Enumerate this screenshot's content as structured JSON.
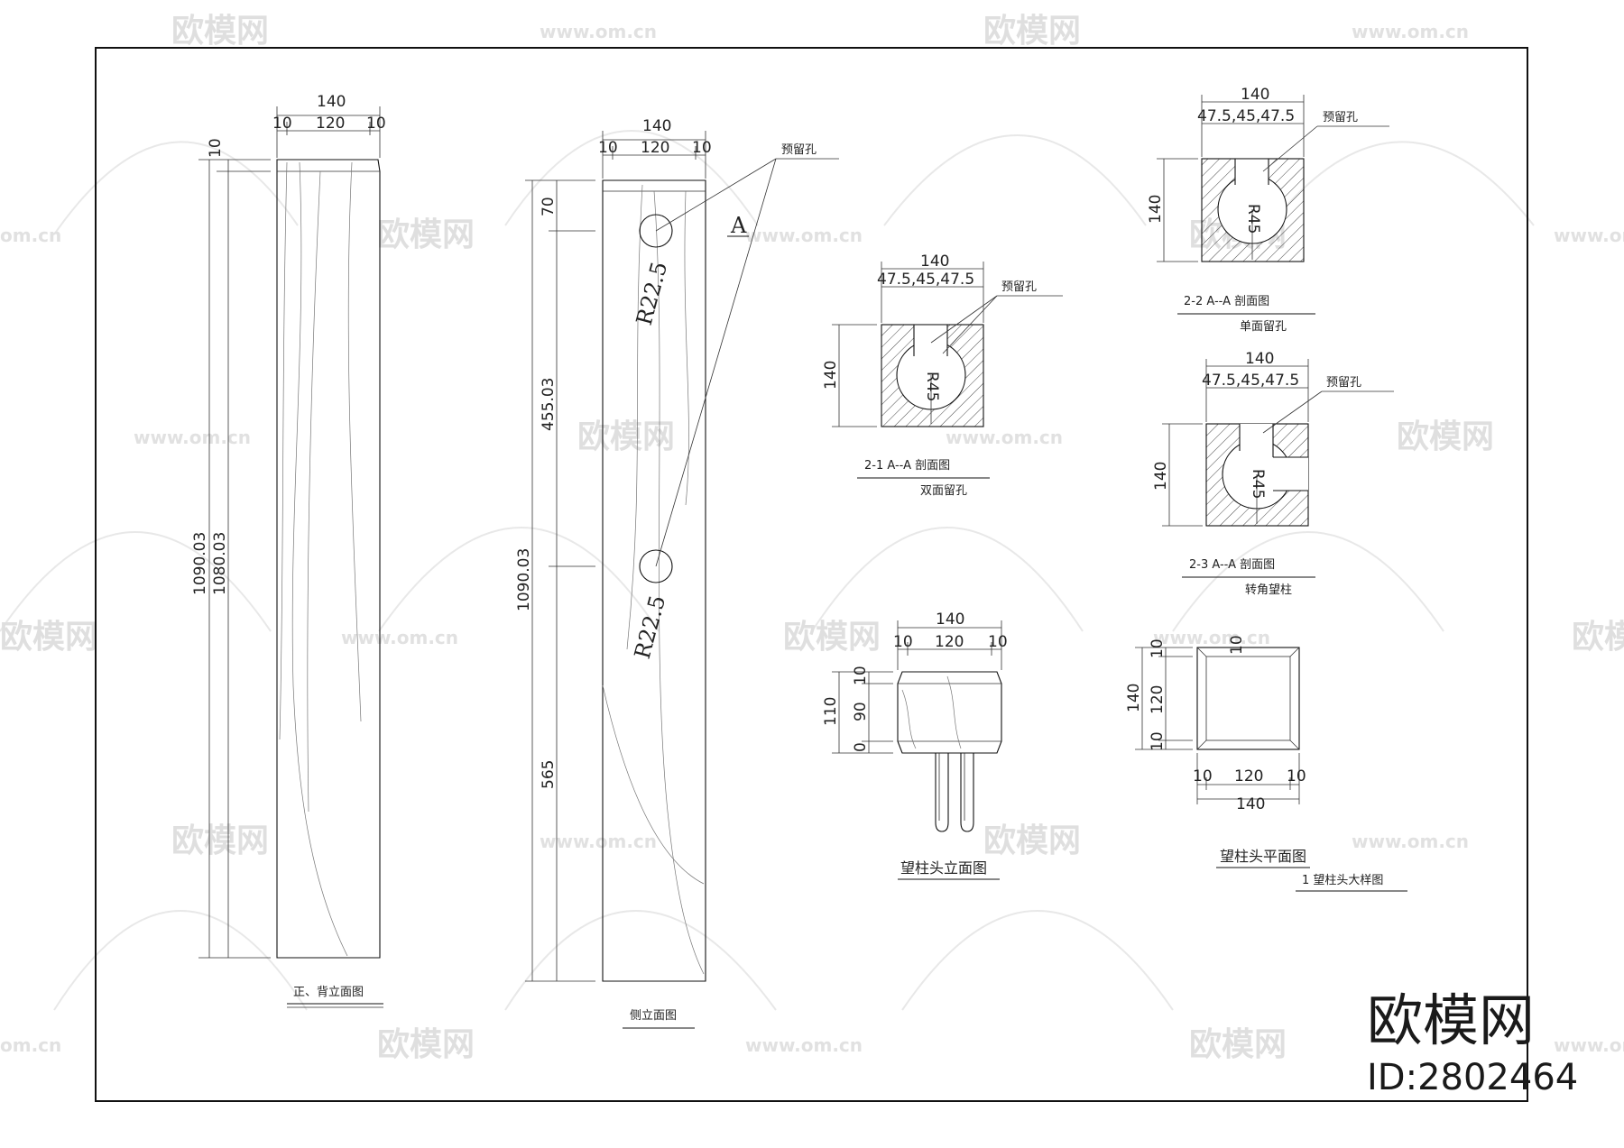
{
  "watermark": {
    "brand": "欧模网",
    "url": "www.om.cn",
    "url_short": "om.cn"
  },
  "brand_stamp": {
    "name": "欧模网",
    "id": "ID:2802464"
  },
  "front_view": {
    "dim_total_width": "140",
    "dim_left": "10",
    "dim_mid": "120",
    "dim_right": "10",
    "dim_top": "10",
    "dim_height_outer": "1090.03",
    "dim_height_inner": "1080.03",
    "caption": "正、背立面图"
  },
  "side_view": {
    "dim_total_width": "140",
    "dim_left": "10",
    "dim_mid": "120",
    "dim_right": "10",
    "dim_seg1": "70",
    "dim_seg2": "455.03",
    "dim_seg3": "565",
    "dim_total": "1090.03",
    "radius_top": "R22.5",
    "radius_bottom": "R22.5",
    "hole_label": "预留孔",
    "section_mark": "A",
    "caption": "侧立面图"
  },
  "section_2_1": {
    "dim_width": "140",
    "dim_parts": "47.5,45,47.5",
    "dim_height": "140",
    "radius": "R45",
    "hole_label": "预留孔",
    "caption": "2-1  A--A  剖面图",
    "subcaption": "双面留孔"
  },
  "section_2_2": {
    "dim_width": "140",
    "dim_parts": "47.5,45,47.5",
    "dim_height": "140",
    "radius": "R45",
    "hole_label": "预留孔",
    "caption": "2-2  A--A  剖面图",
    "subcaption": "单面留孔"
  },
  "section_2_3": {
    "dim_width": "140",
    "dim_parts": "47.5,45,47.5",
    "dim_height": "140",
    "radius": "R45",
    "hole_label": "预留孔",
    "caption": "2-3  A--A  剖面图",
    "subcaption": "转角望柱"
  },
  "cap_elevation": {
    "dim_total_width": "140",
    "dim_left": "10",
    "dim_mid": "120",
    "dim_right": "10",
    "dim_total_height": "110",
    "dim_top": "10",
    "dim_mid_h": "90",
    "dim_bottom": "0",
    "caption": "望柱头立面图"
  },
  "cap_plan": {
    "dim_left_h": "140",
    "dim_top_h": "10",
    "dim_mid_h": "120",
    "dim_bottom_h": "10",
    "dim_inner_top": "10",
    "dim_bottom_left": "10",
    "dim_bottom_mid": "120",
    "dim_bottom_right": "10",
    "dim_bottom_total": "140",
    "caption": "望柱头平面图",
    "subcaption": "1   望柱头大样图"
  }
}
